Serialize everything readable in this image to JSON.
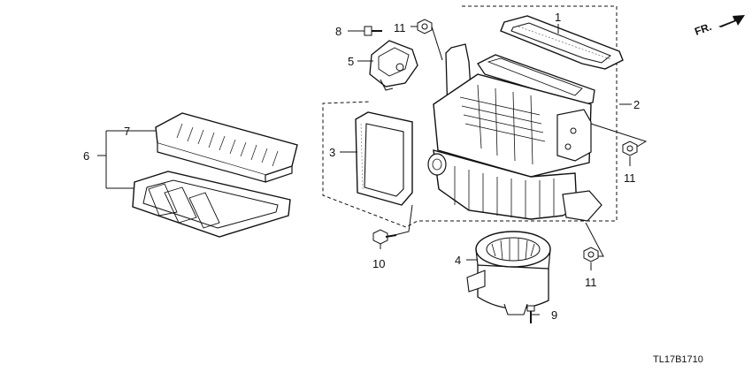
{
  "diagram": {
    "code": "TL17B1710",
    "direction_label": "FR.",
    "callouts": {
      "c1": "1",
      "c2": "2",
      "c3": "3",
      "c4": "4",
      "c5": "5",
      "c6": "6",
      "c7": "7",
      "c8": "8",
      "c9": "9",
      "c10": "10",
      "c11a": "11",
      "c11b": "11",
      "c11c": "11"
    }
  }
}
